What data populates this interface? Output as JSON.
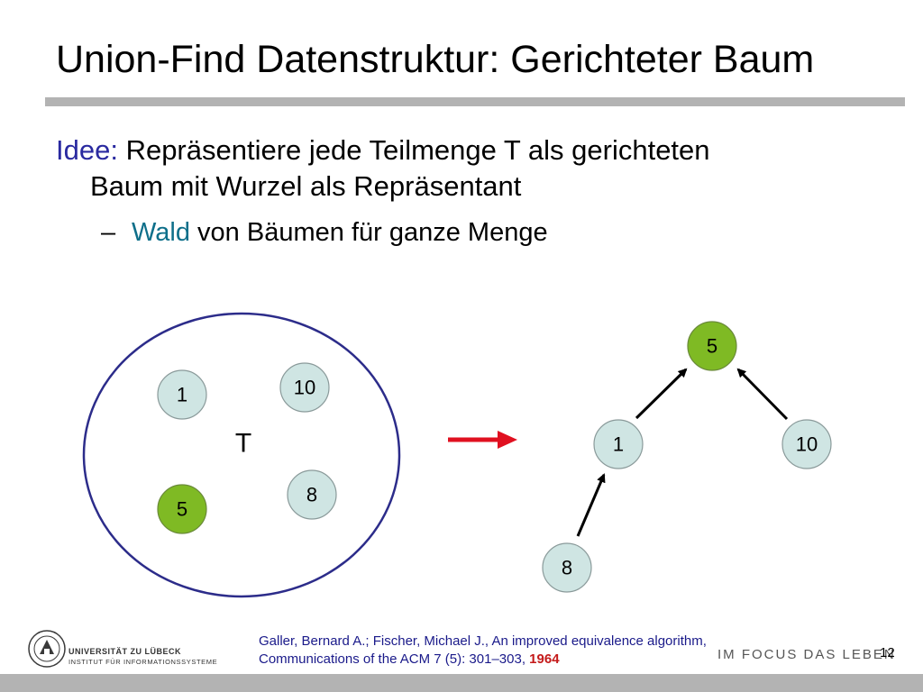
{
  "slide": {
    "title": "Union-Find Datenstruktur: Gerichteter Baum",
    "bullet1": {
      "lead": "Idee:",
      "line1": " Repräsentiere jede Teilmenge T als gerichteten",
      "line2": "Baum mit Wurzel als Repräsentant"
    },
    "bullet2": {
      "dash": "–",
      "highlight": "Wald",
      "rest": " von Bäumen für ganze Menge"
    }
  },
  "diagram": {
    "set_label": "T",
    "set_nodes": [
      "1",
      "10",
      "5",
      "8"
    ],
    "tree_nodes": [
      "5",
      "1",
      "10",
      "8"
    ],
    "colors": {
      "node_fill": "#cfe5e3",
      "root_fill": "#7fba24",
      "arrow": "#e01020",
      "edge": "#000000",
      "ellipse": "#2c2c8a"
    }
  },
  "footer": {
    "university": "UNIVERSITÄT ZU LÜBECK",
    "institute": "INSTITUT FÜR INFORMATIONSSYSTEME",
    "reference_main": "Galler, Bernard A.; Fischer, Michael J., An improved equivalence algorithm, Communications of the ACM 7 (5): 301–303,",
    "reference_year": "1964",
    "slogan": "IM FOCUS DAS LEBEN",
    "page_number": "12"
  }
}
